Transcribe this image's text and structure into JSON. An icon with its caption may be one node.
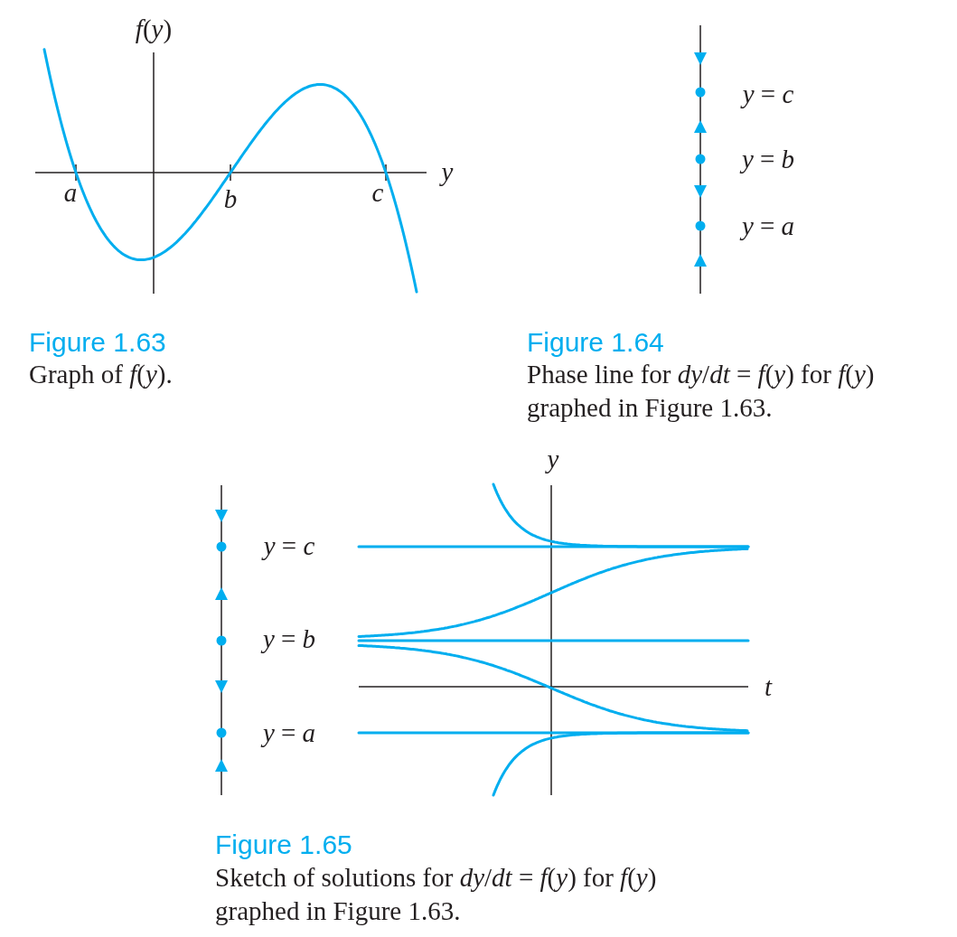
{
  "diagram": {
    "labels": [
      "*f*(*y*)",
      "y",
      "a",
      "b",
      "c",
      "Figure 1.63",
      "Graph of *f*(*y*).",
      "*y* = *c*",
      "*y* = *b*",
      "*y* = *a*",
      "Figure 1.64",
      "Phase line for *dy*/*dt* = *f*(*y*) for *f*(*y*) graphed in Figure 1.63.",
      "y",
      "*y* = *c*",
      "*y* = *b*",
      "*y* = *a*",
      "t",
      "Figure 1.65",
      "Sketch of solutions for *dy*/*dt* = *f*(*y*) for *f*(*y*) graphed in Figure 1.63."
    ]
  }
}
